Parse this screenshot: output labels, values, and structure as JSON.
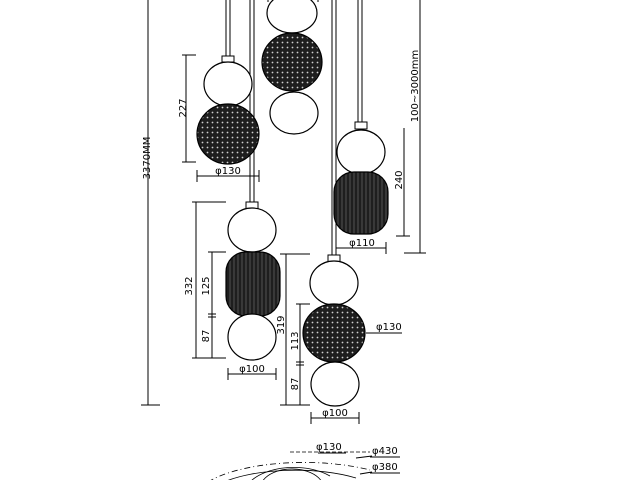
{
  "labels": {
    "total_height": "3370MM",
    "cable_range": "100~3000mm",
    "l1_height": "227",
    "l1_diameter": "φ130",
    "l2_height": "240",
    "l2_diameter": "φ110",
    "l3_height": "332",
    "l3_mid": "125",
    "l3_bottom": "87",
    "l3_diameter": "φ100",
    "l4_height": "319",
    "l4_mid": "113",
    "l4_bottom": "87",
    "l4_diameter_side": "φ130",
    "l4_diameter": "φ100",
    "plan_d1": "φ130",
    "plan_d2": "φ430",
    "plan_d3": "φ380"
  }
}
